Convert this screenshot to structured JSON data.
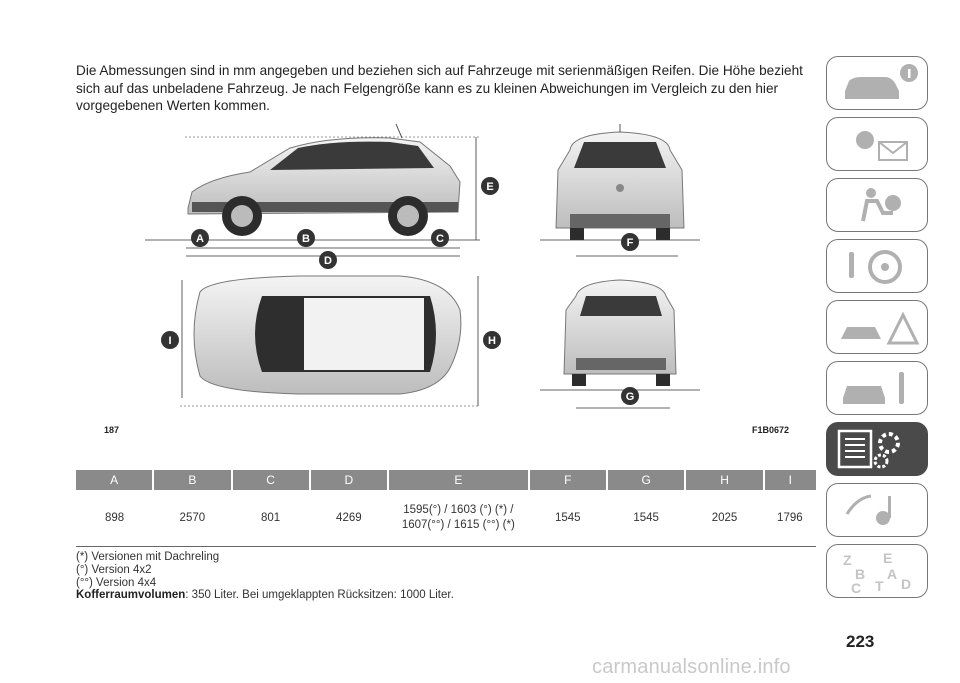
{
  "intro_text": "Die Abmessungen sind in mm angegeben und beziehen sich auf Fahrzeuge mit serienmäßigen Reifen. Die Höhe bezieht sich auf das unbeladene Fahrzeug. Je nach Felgengröße kann es zu kleinen Abweichungen im Vergleich zu den hier vorgegebenen Werten kommen.",
  "figure": {
    "number": "187",
    "code": "F1B0672",
    "markers": [
      "A",
      "B",
      "C",
      "D",
      "E",
      "F",
      "G",
      "H",
      "I"
    ]
  },
  "table": {
    "headers": [
      "A",
      "B",
      "C",
      "D",
      "E",
      "F",
      "G",
      "H",
      "I"
    ],
    "values": [
      "898",
      "2570",
      "801",
      "4269",
      "1595(°) / 1603 (°) (*) / 1607(°°) / 1615 (°°) (*)",
      "1545",
      "1545",
      "2025",
      "1796"
    ]
  },
  "notes": {
    "line1": "(*) Versionen mit Dachreling",
    "line2": "(°) Version 4x2",
    "line3": "(°°) Version 4x4",
    "trunk_label": "Kofferraumvolumen",
    "trunk_text": ": 350 Liter. Bei umgeklappten Rücksitzen: 1000 Liter."
  },
  "sidebar": {
    "tabs": [
      "car-info-icon",
      "warning-lights-icon",
      "safety-icon",
      "steering-icon",
      "emergency-icon",
      "maintenance-icon",
      "technical-data-icon",
      "multimedia-icon",
      "index-icon"
    ],
    "active_index": 6
  },
  "page_number": "223",
  "watermark": "carmanualsonline.info"
}
